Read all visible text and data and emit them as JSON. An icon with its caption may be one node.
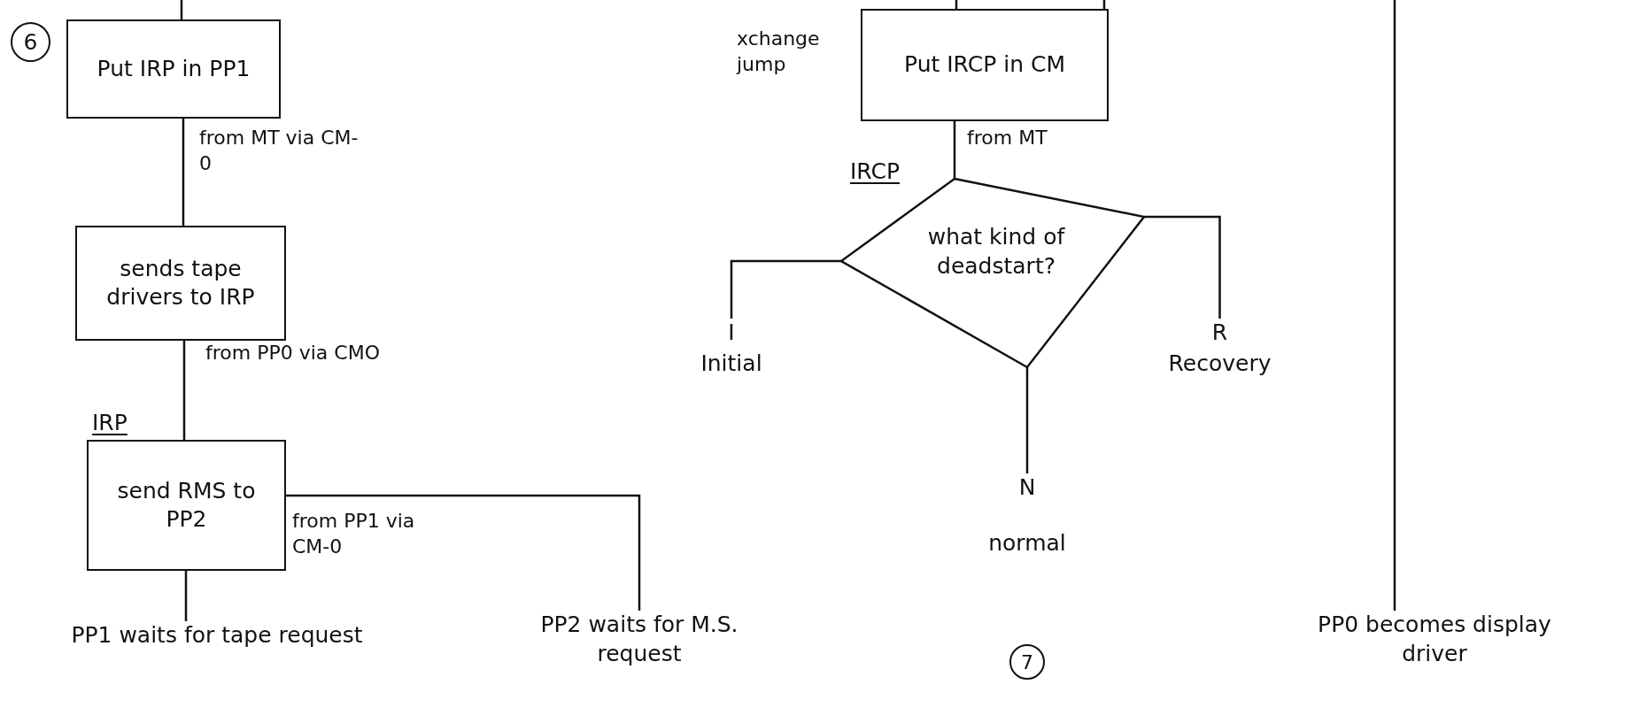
{
  "diagram": {
    "nodes": [
      {
        "text": [
          "Put IRP in PP1"
        ]
      },
      {
        "text": [
          "sends tape drivers to IRP"
        ]
      },
      {
        "text": [
          "IRP",
          "send RMS to PP2"
        ]
      },
      {
        "text": [
          "PP1 waits for tape request"
        ]
      },
      {
        "text": [
          "PP2 waits for M.S. request"
        ]
      },
      {
        "text": [
          "Put IRCP in CM"
        ],
        "beside": [
          "xchange jump"
        ]
      },
      {
        "text": [
          "IRCP",
          "what kind of deadstart?"
        ]
      },
      {
        "text": [
          "I",
          "Initial"
        ]
      },
      {
        "text": [
          "R",
          "Recovery"
        ]
      },
      {
        "text": [
          "N",
          "normal"
        ]
      },
      {
        "text": [
          "PP0 becomes display driver"
        ]
      }
    ],
    "edges": [
      {
        "from": null,
        "to": 0,
        "arrow": "none"
      },
      {
        "from": 0,
        "to": 1,
        "arrow": "none",
        "label": "from MT via CM-0"
      },
      {
        "from": 1,
        "to": 2,
        "arrow": "none",
        "label": "from PP0 via CMO"
      },
      {
        "from": 2,
        "to": 3,
        "arrow": "none"
      },
      {
        "from": 2,
        "to": 4,
        "arrow": "none",
        "label": "from PP1 via CM-0"
      },
      {
        "from": null,
        "to": 5,
        "arrow": "none"
      },
      {
        "from": null,
        "to": 5,
        "arrow": "none"
      },
      {
        "from": 5,
        "to": 6,
        "arrow": "none",
        "label": "from MT"
      },
      {
        "from": 6,
        "to": 7,
        "arrow": "none"
      },
      {
        "from": 6,
        "to": 9,
        "arrow": "none"
      },
      {
        "from": 6,
        "to": 8,
        "arrow": "none"
      },
      {
        "from": null,
        "to": 10,
        "arrow": "none"
      }
    ],
    "labels": [
      "6",
      "7"
    ]
  }
}
